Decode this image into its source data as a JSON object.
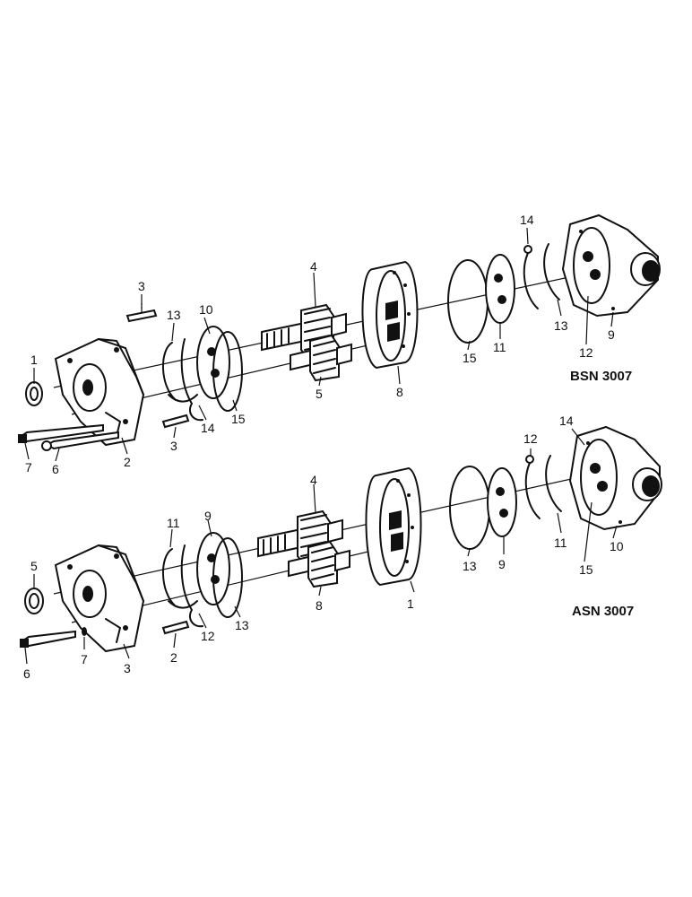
{
  "top_assembly": {
    "code": "BSN 3007",
    "labels": [
      "1",
      "2",
      "3",
      "3",
      "4",
      "5",
      "6",
      "7",
      "8",
      "9",
      "10",
      "11",
      "12",
      "13",
      "13",
      "14",
      "14",
      "15",
      "15"
    ]
  },
  "bottom_assembly": {
    "code": "ASN 3007",
    "labels": [
      "1",
      "2",
      "3",
      "4",
      "5",
      "6",
      "7",
      "8",
      "9",
      "9",
      "10",
      "11",
      "11",
      "12",
      "12",
      "13",
      "13",
      "14",
      "15"
    ]
  }
}
